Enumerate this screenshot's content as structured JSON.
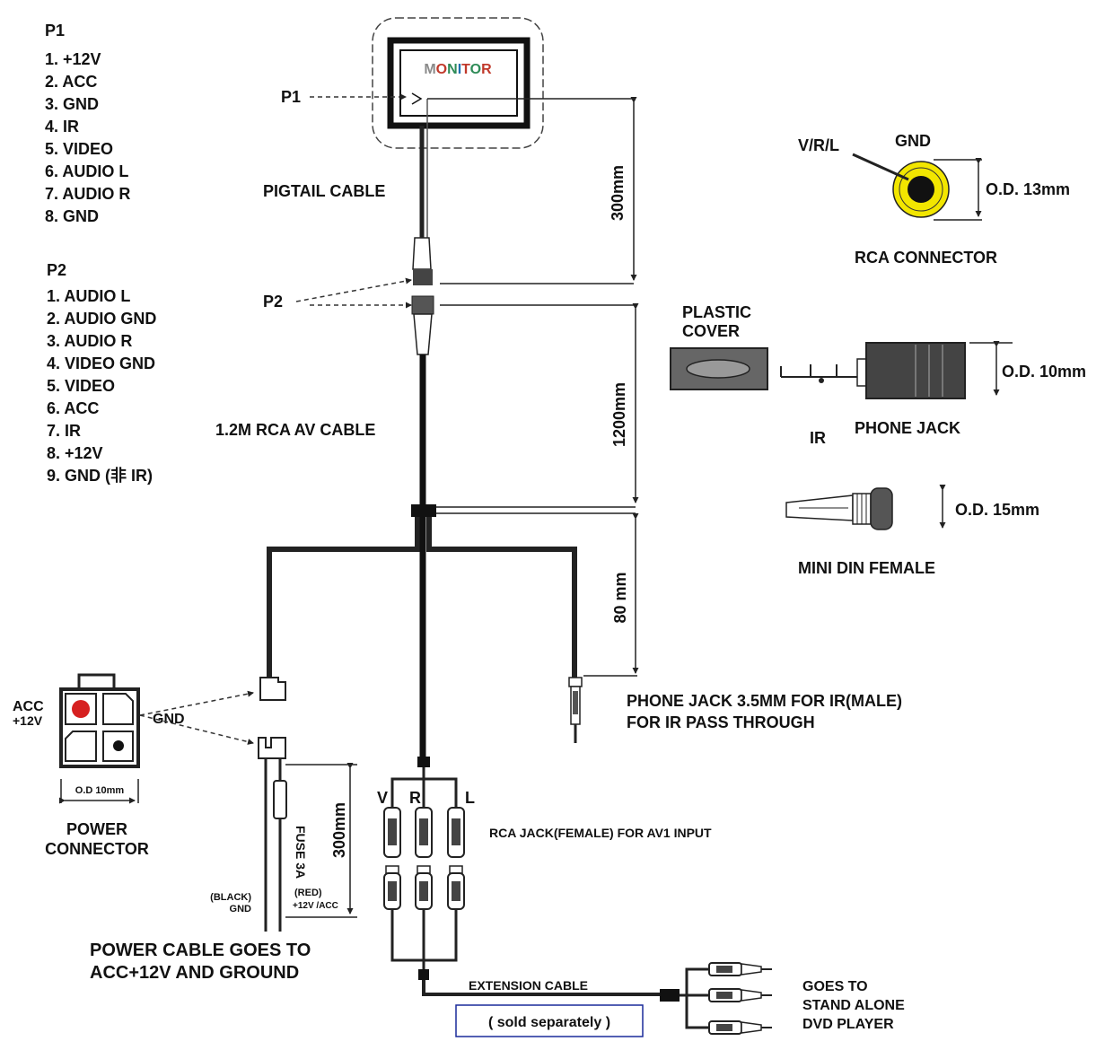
{
  "p1": {
    "title": "P1",
    "pins": [
      "1. +12V",
      "2. ACC",
      "3. GND",
      "4. IR",
      "5. VIDEO",
      "6. AUDIO L",
      "7. AUDIO R",
      "8. GND"
    ]
  },
  "p2": {
    "title": "P2",
    "pins": [
      "1. AUDIO L",
      "2. AUDIO GND",
      "3. AUDIO R",
      "4. VIDEO GND",
      "5. VIDEO",
      "6. ACC",
      "7. IR",
      "8. +12V",
      "9. GND (非 IR)"
    ]
  },
  "monitor": {
    "label": "MONITOR",
    "letter_colors": [
      "#8a8a8a",
      "#c0392b",
      "#2e8b57",
      "#1f6fb0",
      "#c0392b",
      "#2e8b57",
      "#c0392b"
    ]
  },
  "labels": {
    "p1_pointer": "P1",
    "p2_pointer": "P2",
    "pigtail": "PIGTAIL CABLE",
    "dim_300": "300mm",
    "dim_1200": "1200mm",
    "dim_80": "80 mm",
    "dim_300_fuse": "300mm",
    "rca_av_cable": "1.2M RCA AV CABLE",
    "phone_jack_ir_line1": "PHONE JACK 3.5MM FOR IR(MALE)",
    "phone_jack_ir_line2": "FOR IR PASS THROUGH",
    "acc": "ACC",
    "plus12": "+12V",
    "gnd_power": "GND",
    "od_power": "O.D  10mm",
    "power_connector_line1": "POWER",
    "power_connector_line2": "CONNECTOR",
    "fuse": "FUSE 3A",
    "black": "(BLACK)",
    "black_gnd": "GND",
    "red": "(RED)",
    "red_acc": "+12V /ACC",
    "power_cable_line1": "POWER CABLE GOES TO",
    "power_cable_line2": "ACC+12V AND GROUND",
    "jack_v": "V",
    "jack_r": "R",
    "jack_l": "L",
    "rca_jack_female": "RCA JACK(FEMALE) FOR AV1 INPUT",
    "extension_cable": "EXTENSION CABLE",
    "sold_separately": "( sold separately )",
    "goes_to_line1": "GOES TO",
    "goes_to_line2": "STAND ALONE",
    "goes_to_line3": "DVD PLAYER",
    "rca_vrl": "V/R/L",
    "rca_gnd": "GND",
    "rca_od": "O.D. 13mm",
    "rca_connector": "RCA CONNECTOR",
    "plastic_cover_line1": "PLASTIC",
    "plastic_cover_line2": "COVER",
    "phone_od": "O.D. 10mm",
    "ir": "IR",
    "phone_jack": "PHONE JACK",
    "mini_din_od": "O.D. 15mm",
    "mini_din": "MINI DIN FEMALE"
  },
  "colors": {
    "rca_ring": "#f2e600",
    "acc_pin": "#d62020",
    "sold_separately_border": "#1a2a9a"
  }
}
